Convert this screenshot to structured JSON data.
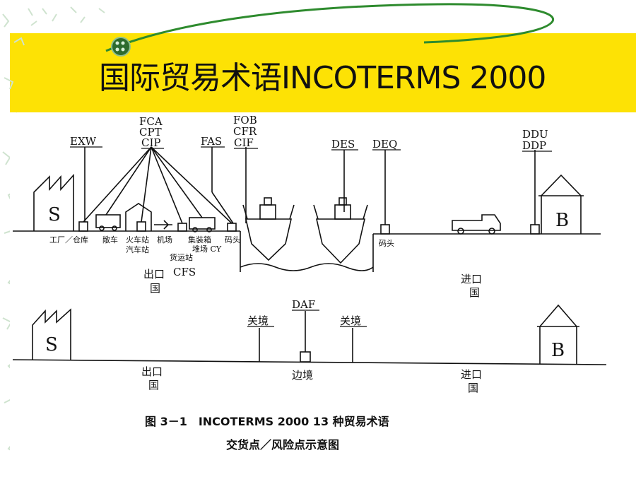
{
  "title": "国际贸易术语INCOTERMS 2000",
  "colors": {
    "title_band": "#fde205",
    "green_accent": "#2e8b2e",
    "ink": "#111111",
    "sidebar_motif": "#cfe3cf"
  },
  "top_diagram": {
    "terms": [
      "EXW",
      "FCA",
      "CPT",
      "CIP",
      "FAS",
      "FOB",
      "CFR",
      "CIF",
      "DES",
      "DEQ",
      "DDU",
      "DDP"
    ],
    "seller": "S",
    "buyer": "B",
    "places": [
      "工厂／仓库",
      "敞车",
      "火车站",
      "汽车站",
      "机场",
      "集装箱",
      "堆场 CY",
      "货运站",
      "码头",
      "码头"
    ],
    "export_country": [
      "出口",
      "国",
      "CFS"
    ],
    "import_country": [
      "进口",
      "国"
    ]
  },
  "bottom_diagram": {
    "seller": "S",
    "buyer": "B",
    "term": "DAF",
    "customs_left": "关境",
    "customs_right": "关境",
    "border": "边境",
    "export_country": [
      "出口",
      "国"
    ],
    "import_country": [
      "进口",
      "国"
    ]
  },
  "caption": {
    "line1": "图 3－1　INCOTERMS 2000 13 种贸易术语",
    "line2": "交货点／风险点示意图"
  }
}
